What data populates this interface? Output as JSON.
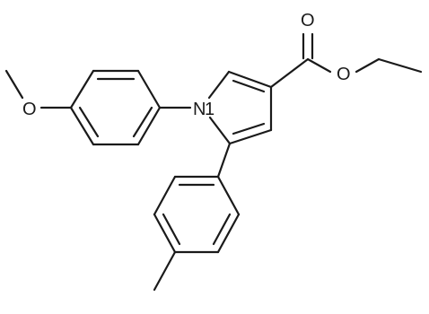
{
  "structure": {
    "atoms": {
      "nitrogen": "N",
      "pyrrole_position_label": "1",
      "methoxy_oxygen": "O",
      "carbonyl_oxygen": "O",
      "ester_oxygen": "O"
    },
    "line_color": "#1a1a1a",
    "background_color": "#ffffff"
  }
}
